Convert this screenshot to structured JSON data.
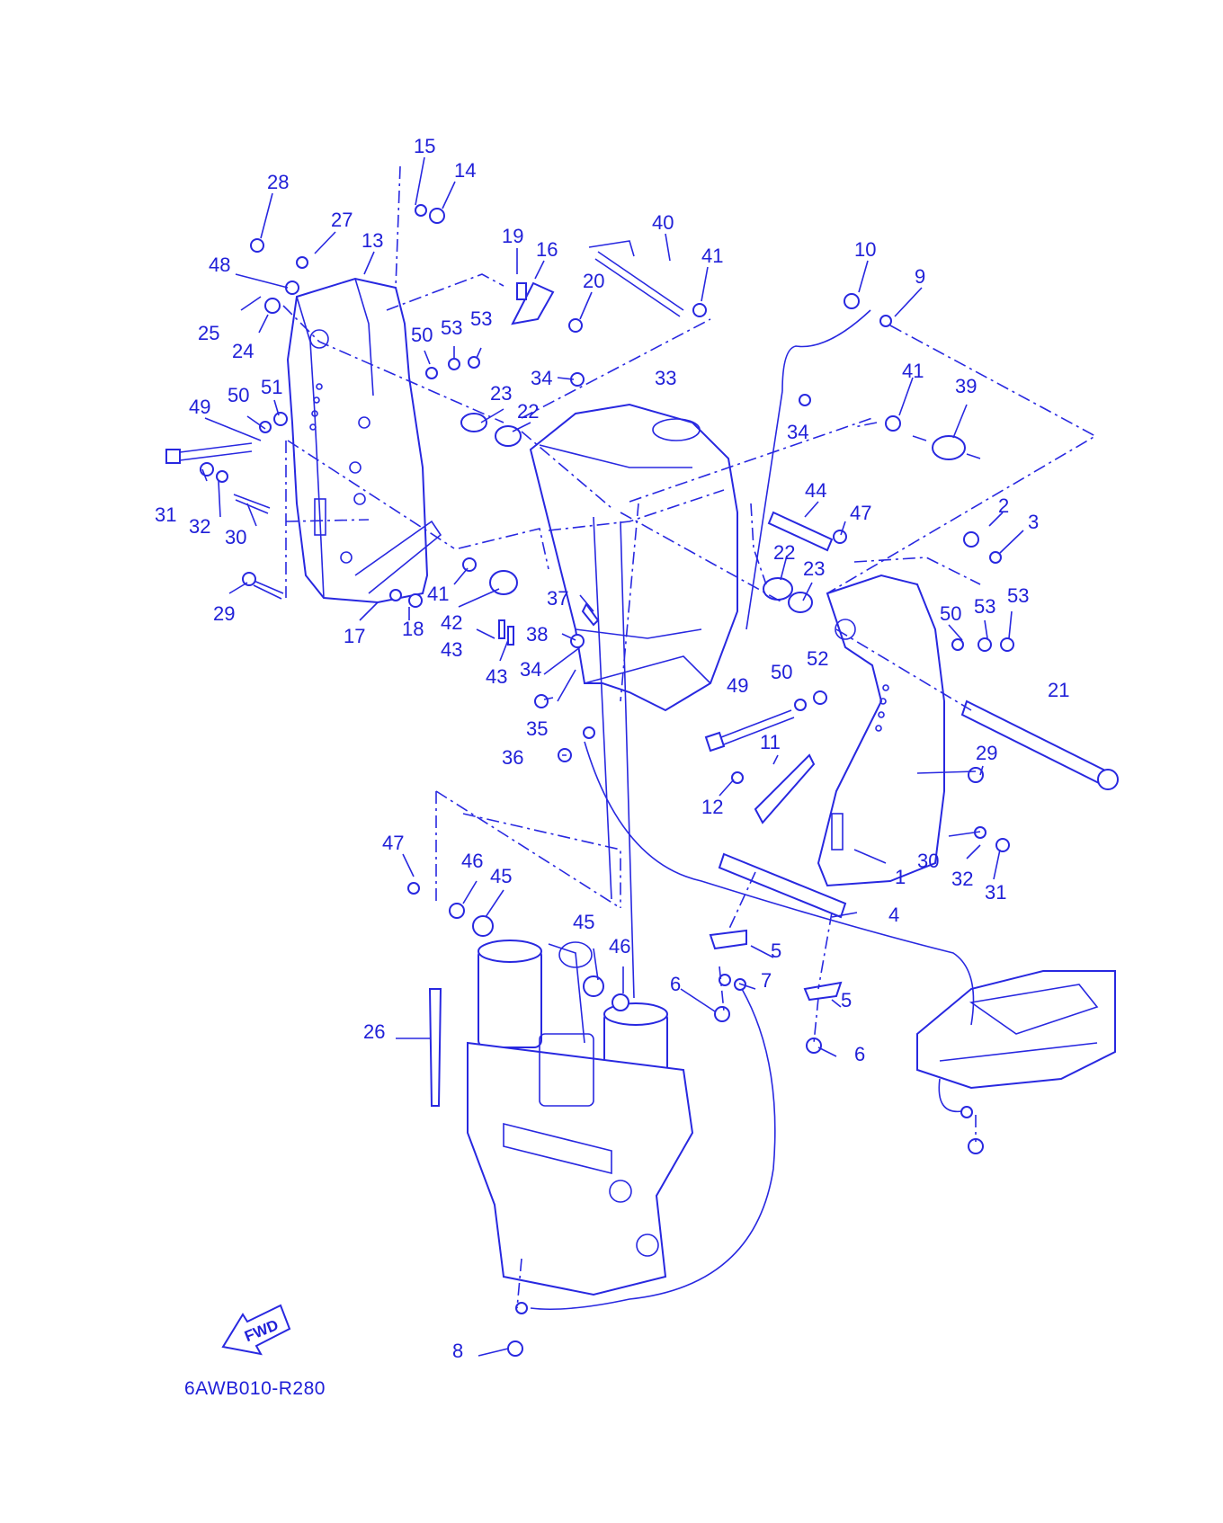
{
  "diagram_code": "6AWB010-R280",
  "fwd_label": "FWD",
  "line_color": "#2828e0",
  "label_color": "#2020d8",
  "callouts": [
    {
      "id": "c15a",
      "text": "15"
    },
    {
      "id": "c14a",
      "text": "14"
    },
    {
      "id": "c28",
      "text": "28"
    },
    {
      "id": "c27",
      "text": "27"
    },
    {
      "id": "c13",
      "text": "13"
    },
    {
      "id": "c48",
      "text": "48"
    },
    {
      "id": "c25",
      "text": "25"
    },
    {
      "id": "c24",
      "text": "24"
    },
    {
      "id": "c19",
      "text": "19"
    },
    {
      "id": "c16",
      "text": "16"
    },
    {
      "id": "c20",
      "text": "20"
    },
    {
      "id": "c40",
      "text": "40"
    },
    {
      "id": "c41a",
      "text": "41"
    },
    {
      "id": "c10",
      "text": "10"
    },
    {
      "id": "c9",
      "text": "9"
    },
    {
      "id": "c50a",
      "text": "50"
    },
    {
      "id": "c53a",
      "text": "53"
    },
    {
      "id": "c53b",
      "text": "53"
    },
    {
      "id": "c34a",
      "text": "34"
    },
    {
      "id": "c33",
      "text": "33"
    },
    {
      "id": "c41b",
      "text": "41"
    },
    {
      "id": "c39",
      "text": "39"
    },
    {
      "id": "c34b",
      "text": "34"
    },
    {
      "id": "c49a",
      "text": "49"
    },
    {
      "id": "c50b",
      "text": "50"
    },
    {
      "id": "c51",
      "text": "51"
    },
    {
      "id": "c23a",
      "text": "23"
    },
    {
      "id": "c22a",
      "text": "22"
    },
    {
      "id": "c31a",
      "text": "31"
    },
    {
      "id": "c32a",
      "text": "32"
    },
    {
      "id": "c30a",
      "text": "30"
    },
    {
      "id": "c44",
      "text": "44"
    },
    {
      "id": "c47a",
      "text": "47"
    },
    {
      "id": "c2",
      "text": "2"
    },
    {
      "id": "c3",
      "text": "3"
    },
    {
      "id": "c29a",
      "text": "29"
    },
    {
      "id": "c41c",
      "text": "41"
    },
    {
      "id": "c42",
      "text": "42"
    },
    {
      "id": "c43a",
      "text": "43"
    },
    {
      "id": "c43b",
      "text": "43"
    },
    {
      "id": "c17",
      "text": "17"
    },
    {
      "id": "c18",
      "text": "18"
    },
    {
      "id": "c22b",
      "text": "22"
    },
    {
      "id": "c23b",
      "text": "23"
    },
    {
      "id": "c37",
      "text": "37"
    },
    {
      "id": "c38",
      "text": "38"
    },
    {
      "id": "c50c",
      "text": "50"
    },
    {
      "id": "c53c",
      "text": "53"
    },
    {
      "id": "c53d",
      "text": "53"
    },
    {
      "id": "c34c",
      "text": "34"
    },
    {
      "id": "c50d",
      "text": "50"
    },
    {
      "id": "c52",
      "text": "52"
    },
    {
      "id": "c49b",
      "text": "49"
    },
    {
      "id": "c21",
      "text": "21"
    },
    {
      "id": "c35",
      "text": "35"
    },
    {
      "id": "c36",
      "text": "36"
    },
    {
      "id": "c11",
      "text": "11"
    },
    {
      "id": "c29b",
      "text": "29"
    },
    {
      "id": "c12",
      "text": "12"
    },
    {
      "id": "c47b",
      "text": "47"
    },
    {
      "id": "c30b",
      "text": "30"
    },
    {
      "id": "c32b",
      "text": "32"
    },
    {
      "id": "c31b",
      "text": "31"
    },
    {
      "id": "c1",
      "text": "1"
    },
    {
      "id": "c46a",
      "text": "46"
    },
    {
      "id": "c45a",
      "text": "45"
    },
    {
      "id": "c4",
      "text": "4"
    },
    {
      "id": "c45b",
      "text": "45"
    },
    {
      "id": "c46b",
      "text": "46"
    },
    {
      "id": "c5a",
      "text": "5"
    },
    {
      "id": "c6a",
      "text": "6"
    },
    {
      "id": "c7",
      "text": "7"
    },
    {
      "id": "c5b",
      "text": "5"
    },
    {
      "id": "c26",
      "text": "26"
    },
    {
      "id": "c6b",
      "text": "6"
    },
    {
      "id": "c8",
      "text": "8"
    }
  ]
}
